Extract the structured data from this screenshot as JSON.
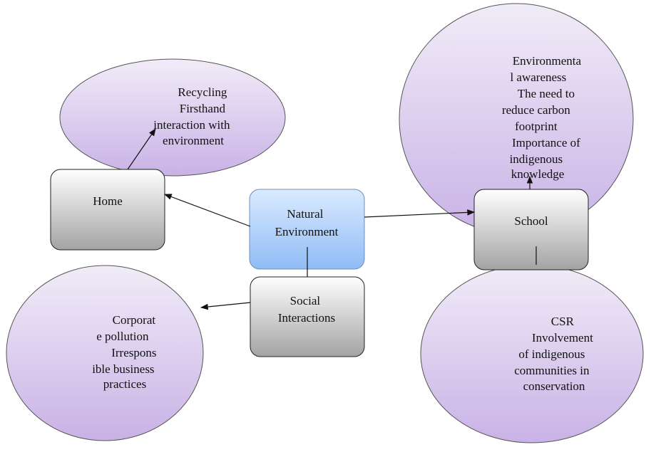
{
  "colors": {
    "ellipse_fill_top": "#f1ecf8",
    "ellipse_fill_bottom": "#c9b2e6",
    "ellipse_stroke": "#555555",
    "gray_box_top": "#ffffff",
    "gray_box_bottom": "#a3a3a3",
    "blue_box_top": "#dbeaff",
    "blue_box_bottom": "#8fbcf5",
    "blue_box_stroke": "#6f8fb8",
    "arrow": "#111111"
  },
  "nodes": {
    "natural_environment": {
      "lines": [
        "Natural",
        "Environment"
      ]
    },
    "social_interactions": {
      "lines": [
        "Social",
        "Interactions"
      ]
    },
    "home": {
      "lines": [
        "Home"
      ]
    },
    "school": {
      "lines": [
        "School"
      ]
    }
  },
  "bubbles": {
    "home_bubble": {
      "lines": [
        "Recycling",
        "Firsthand",
        "interaction with",
        "environment"
      ]
    },
    "school_bubble": {
      "lines": [
        "Environmenta",
        "l awareness",
        "The need to",
        "reduce carbon",
        "footprint",
        "Importance of",
        "indigenous",
        "knowledge"
      ]
    },
    "social_bubble": {
      "lines": [
        "Corporat",
        "e pollution",
        "Irrespons",
        "ible business",
        "practices"
      ]
    },
    "csr_bubble": {
      "lines": [
        "CSR",
        "Involvement",
        "of indigenous",
        "communities in",
        "conservation"
      ]
    }
  }
}
